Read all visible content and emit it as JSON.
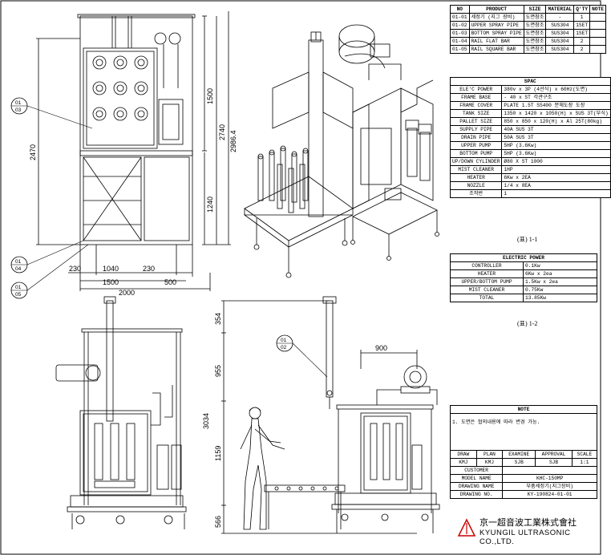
{
  "bom": {
    "headers": [
      "NO",
      "PRODUCT",
      "SIZE",
      "MATERIAL",
      "Q'TY",
      "NOTE"
    ],
    "rows": [
      [
        "01-01",
        "세정기 (지그 장비)",
        "도면참조",
        "-",
        "1",
        ""
      ],
      [
        "01-02",
        "UPPER SPRAY PIPE",
        "도면참조",
        "SUS304",
        "1SET",
        ""
      ],
      [
        "01-03",
        "BOTTOM SPRAY PIPE",
        "도면참조",
        "SUS304",
        "1SET",
        ""
      ],
      [
        "01-04",
        "RAIL FLAT BAR",
        "도면참조",
        "SUS304",
        "2",
        ""
      ],
      [
        "01-05",
        "RAIL SQUARE BAR",
        "도면참조",
        "SUS304",
        "2",
        ""
      ]
    ]
  },
  "spec": {
    "title": "SPAC",
    "rows": [
      [
        "ELE'C POWER",
        "380v x 3P (4선식) x 60Hz(도면)"
      ],
      [
        "FRAME BASE",
        "- 40 x ST 각관구조"
      ],
      [
        "FRAME COVER",
        "PLATE 1.5T SS400 분체도장 도장"
      ],
      [
        "TANK SIZE",
        "1350 x 1420 x 1050(H) x SUS 3T(부식)"
      ],
      [
        "PALLET SIZE",
        "850 x 850 x 120(H) x Al 25T(80kg)"
      ],
      [
        "SUPPLY PIPE",
        "40A SUS 3T"
      ],
      [
        "DRAIN PIPE",
        "50A SUS 3T"
      ],
      [
        "UPPER PUMP",
        "5HP (3.6Kw)"
      ],
      [
        "BOTTOM PUMP",
        "5HP (3.6Kw)"
      ],
      [
        "UP/DOWN CYLINDER",
        "Ø80 X ST 1000"
      ],
      [
        "MIST CLEANER",
        "1HP"
      ],
      [
        "HEATER",
        "6Kw x 2EA"
      ],
      [
        "NOZZLE",
        "1/4 x 8EA"
      ],
      [
        "조작반",
        "1"
      ]
    ],
    "caption": "(표) 1-1"
  },
  "power": {
    "title": "ELECTRIC POWER",
    "rows": [
      [
        "CONTROLLER",
        "0.1Kw"
      ],
      [
        "HEATER",
        "6Kw x 2ea"
      ],
      [
        "UPPER/BOTTOM PUMP",
        "1.5Kw x 2ea"
      ],
      [
        "MIST CLEANER",
        "0.75Kw"
      ],
      [
        "TOTAL",
        "13.85Kw"
      ]
    ],
    "caption": "(표) 1-2"
  },
  "note": {
    "title": "NOTE",
    "text": "1. 도면은 협의내용에 따라 변경 가능."
  },
  "titleblock": {
    "headers": [
      "DRAW",
      "PLAN",
      "EXAMINE",
      "APPROVAL",
      "SCALE"
    ],
    "values": [
      "KMJ",
      "KMJ",
      "SJB",
      "SJB",
      "1:1"
    ],
    "rows": [
      [
        "CUSTOMER",
        ""
      ],
      [
        "MODEL NAME",
        "KHC-150MP"
      ],
      [
        "DRAWING NAME",
        "부품세정기(지그장비)"
      ],
      [
        "DRAWING NO.",
        "KY-190824-01-01"
      ]
    ]
  },
  "company": {
    "name_cjk": "京一超音波工業株式會社",
    "name_en": "KYUNGIL ULTRASONIC CO.,LTD."
  },
  "dims": {
    "top_view": {
      "h1": "1500",
      "h2": "2740",
      "h3": "2986.4",
      "h4": "1240",
      "left": "2470",
      "b1": "230",
      "b2": "1040",
      "b3": "230",
      "b4": "1500",
      "b5": "500",
      "b6": "2000"
    },
    "side_view": {
      "v1": "354",
      "v2": "955",
      "v3": "3034",
      "v4": "1159",
      "v5": "566",
      "w": "900"
    }
  },
  "bubbles": [
    [
      "01",
      "03"
    ],
    [
      "01",
      "04"
    ],
    [
      "01",
      "05"
    ],
    [
      "01",
      "02"
    ]
  ]
}
